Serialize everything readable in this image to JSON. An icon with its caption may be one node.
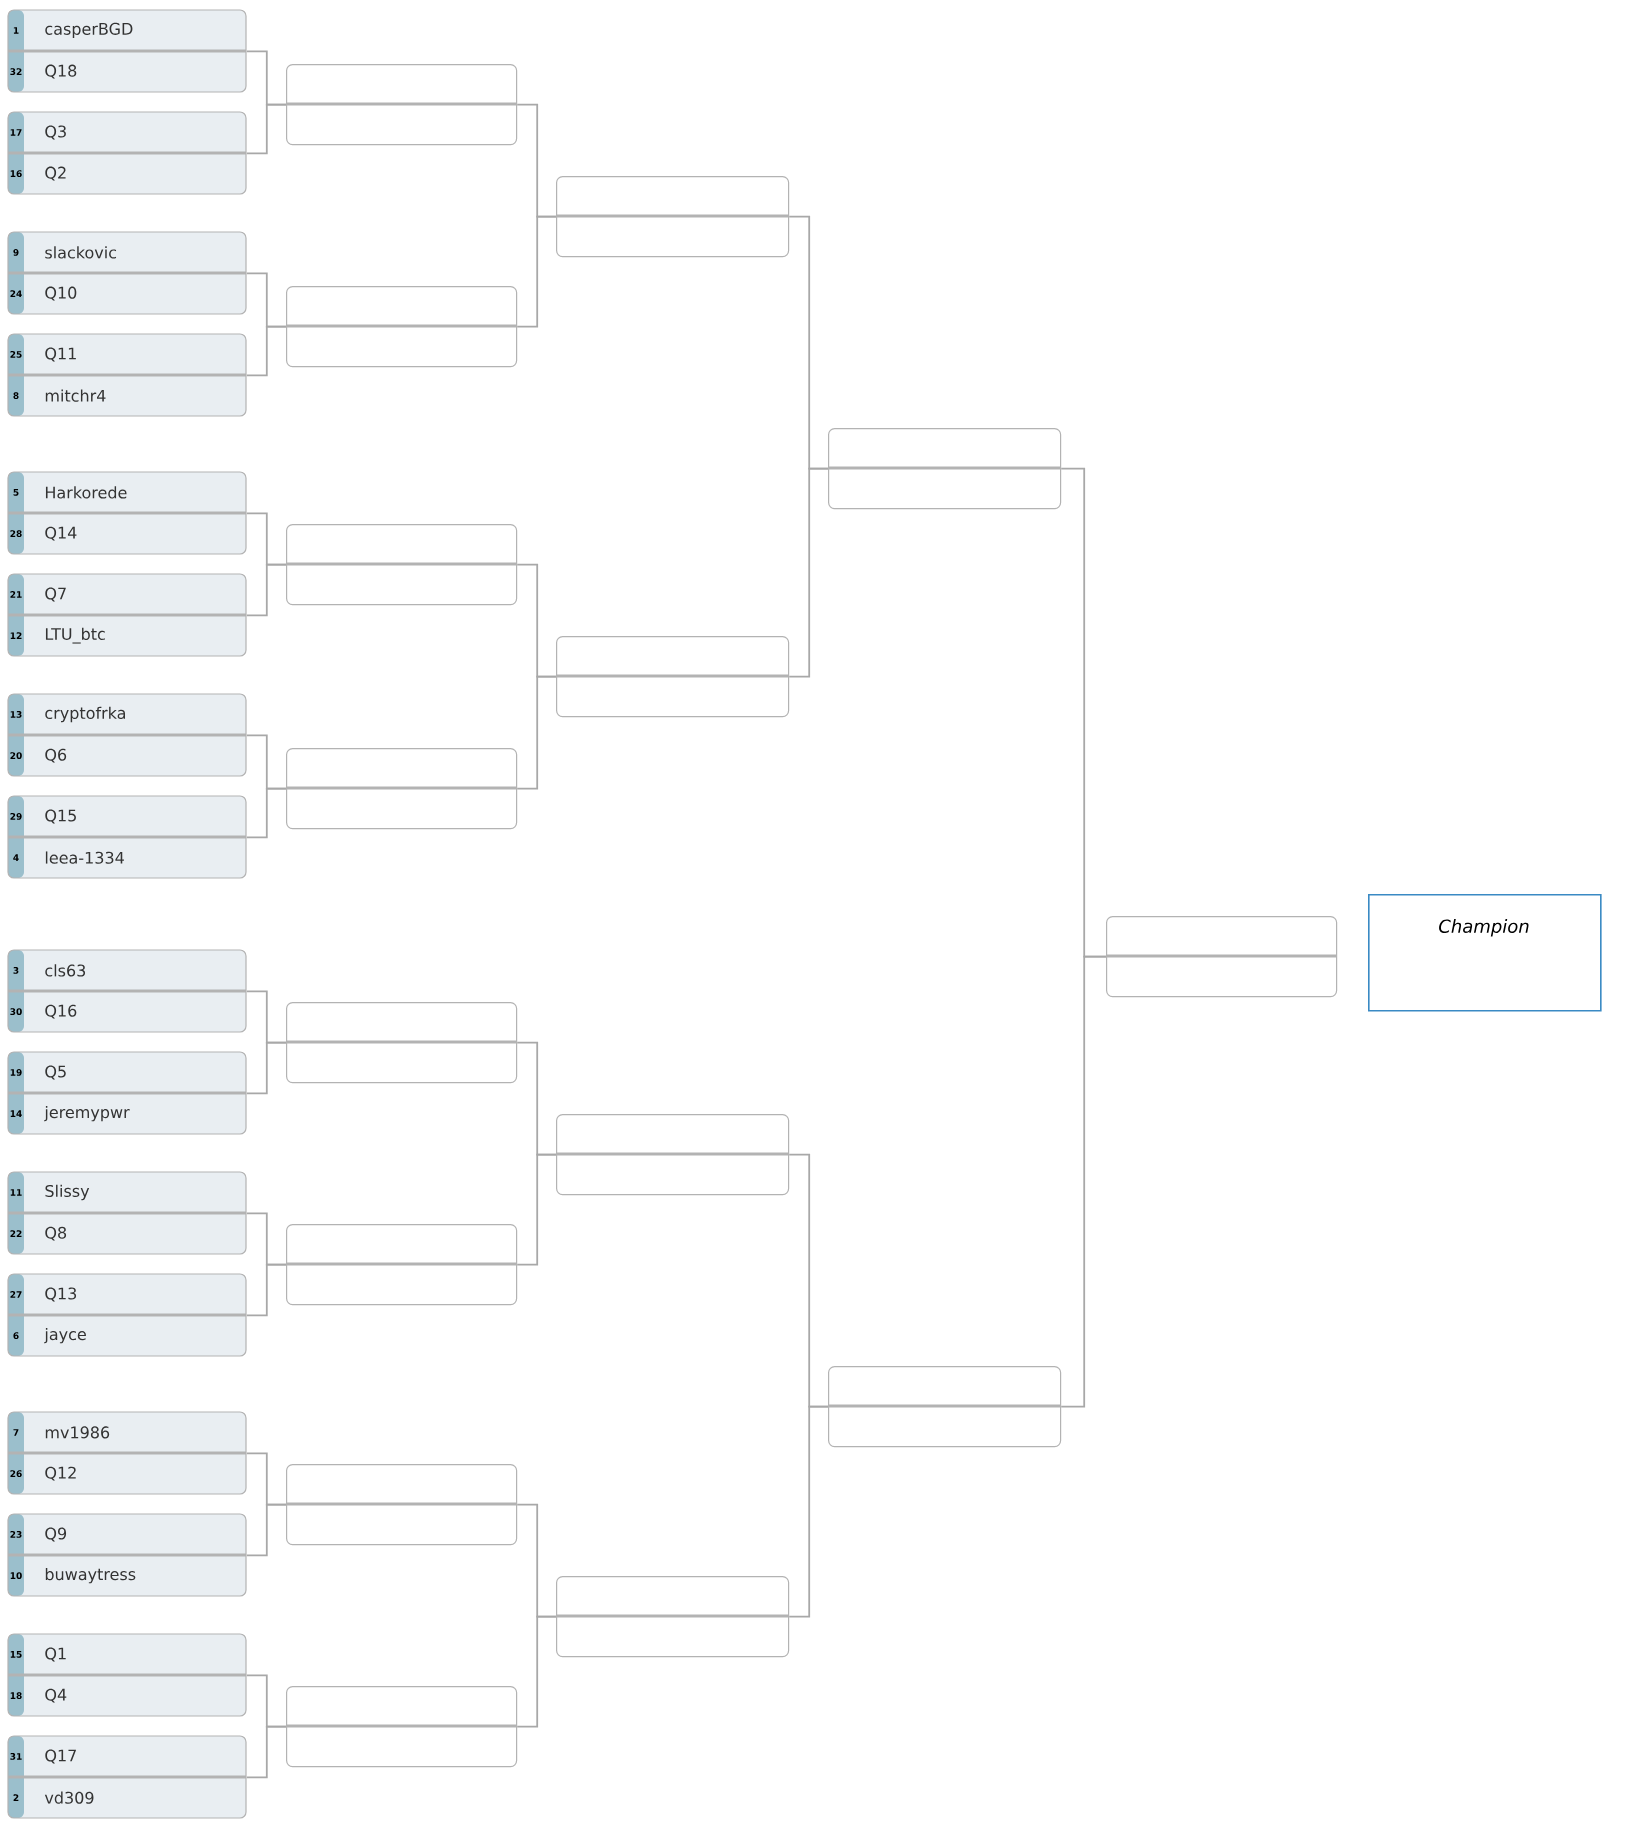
{
  "diagram": {
    "nodes": [
      {
        "text": [
          "1",
          "casperBGD",
          "32",
          "Q18"
        ]
      },
      {
        "text": [
          "17",
          "Q3",
          "16",
          "Q2"
        ]
      },
      {
        "text": [
          "9",
          "slackovic",
          "24",
          "Q10"
        ]
      },
      {
        "text": [
          "25",
          "Q11",
          "8",
          "mitchr4"
        ]
      },
      {
        "text": [
          "5",
          "Harkorede",
          "28",
          "Q14"
        ]
      },
      {
        "text": [
          "21",
          "Q7",
          "12",
          "LTU_btc"
        ]
      },
      {
        "text": [
          "13",
          "cryptofrka",
          "20",
          "Q6"
        ]
      },
      {
        "text": [
          "29",
          "Q15",
          "4",
          "leea-1334"
        ]
      },
      {
        "text": [
          "3",
          "cls63",
          "30",
          "Q16"
        ]
      },
      {
        "text": [
          "19",
          "Q5",
          "14",
          "jeremypwr"
        ]
      },
      {
        "text": [
          "11",
          "Slissy",
          "22",
          "Q8"
        ]
      },
      {
        "text": [
          "27",
          "Q13",
          "6",
          "jayce"
        ]
      },
      {
        "text": [
          "7",
          "mv1986",
          "26",
          "Q12"
        ]
      },
      {
        "text": [
          "23",
          "Q9",
          "10",
          "buwaytress"
        ]
      },
      {
        "text": [
          "15",
          "Q1",
          "18",
          "Q4"
        ]
      },
      {
        "text": [
          "31",
          "Q17",
          "2",
          "vd309"
        ]
      },
      {
        "text": [],
        "shape": "box"
      },
      {
        "text": [],
        "shape": "box"
      },
      {
        "text": [],
        "shape": "box"
      },
      {
        "text": [],
        "shape": "box"
      },
      {
        "text": [],
        "shape": "box"
      },
      {
        "text": [],
        "shape": "box"
      },
      {
        "text": [],
        "shape": "box"
      },
      {
        "text": [],
        "shape": "box"
      },
      {
        "text": [],
        "shape": "box"
      },
      {
        "text": [],
        "shape": "box"
      },
      {
        "text": [],
        "shape": "box"
      },
      {
        "text": [],
        "shape": "box"
      },
      {
        "text": [],
        "shape": "box"
      },
      {
        "text": [],
        "shape": "box"
      },
      {
        "text": [],
        "shape": "box"
      },
      {
        "text": [
          "Champion"
        ]
      }
    ],
    "edges": [
      {
        "from": 0,
        "to": 16,
        "arrow": "none"
      },
      {
        "from": 1,
        "to": 16,
        "arrow": "none"
      },
      {
        "from": 2,
        "to": 17,
        "arrow": "none"
      },
      {
        "from": 3,
        "to": 17,
        "arrow": "none"
      },
      {
        "from": 4,
        "to": 18,
        "arrow": "none"
      },
      {
        "from": 5,
        "to": 18,
        "arrow": "none"
      },
      {
        "from": 6,
        "to": 19,
        "arrow": "none"
      },
      {
        "from": 7,
        "to": 19,
        "arrow": "none"
      },
      {
        "from": 8,
        "to": 20,
        "arrow": "none"
      },
      {
        "from": 9,
        "to": 20,
        "arrow": "none"
      },
      {
        "from": 10,
        "to": 21,
        "arrow": "none"
      },
      {
        "from": 11,
        "to": 21,
        "arrow": "none"
      },
      {
        "from": 12,
        "to": 22,
        "arrow": "none"
      },
      {
        "from": 13,
        "to": 22,
        "arrow": "none"
      },
      {
        "from": 14,
        "to": 23,
        "arrow": "none"
      },
      {
        "from": 15,
        "to": 23,
        "arrow": "none"
      },
      {
        "from": 16,
        "to": 24,
        "arrow": "none"
      },
      {
        "from": 17,
        "to": 24,
        "arrow": "none"
      },
      {
        "from": 18,
        "to": 25,
        "arrow": "none"
      },
      {
        "from": 19,
        "to": 25,
        "arrow": "none"
      },
      {
        "from": 20,
        "to": 26,
        "arrow": "none"
      },
      {
        "from": 21,
        "to": 26,
        "arrow": "none"
      },
      {
        "from": 22,
        "to": 27,
        "arrow": "none"
      },
      {
        "from": 23,
        "to": 27,
        "arrow": "none"
      },
      {
        "from": 24,
        "to": 28,
        "arrow": "none"
      },
      {
        "from": 25,
        "to": 28,
        "arrow": "none"
      },
      {
        "from": 26,
        "to": 29,
        "arrow": "none"
      },
      {
        "from": 27,
        "to": 29,
        "arrow": "none"
      },
      {
        "from": 28,
        "to": 30,
        "arrow": "none"
      },
      {
        "from": 29,
        "to": 30,
        "arrow": "none"
      }
    ]
  }
}
